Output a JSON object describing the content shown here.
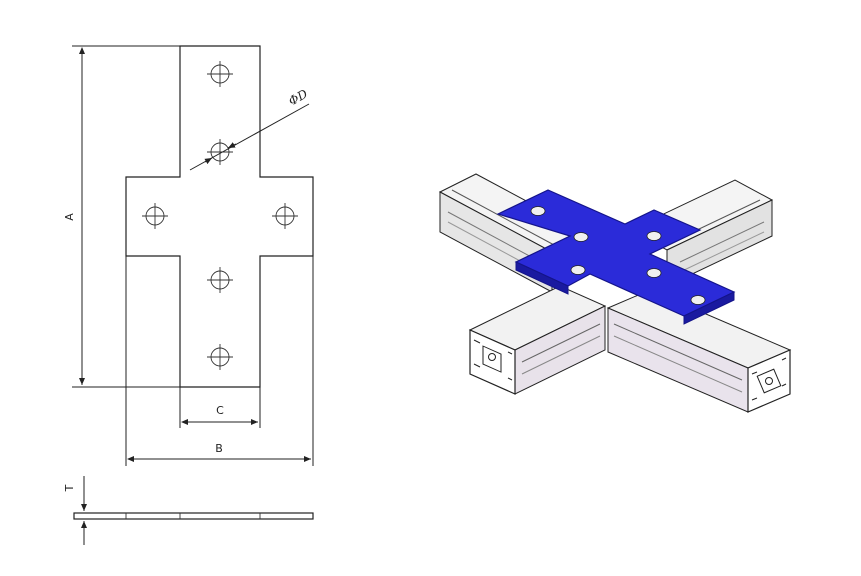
{
  "drawing": {
    "dim_a": "A",
    "dim_b": "B",
    "dim_c": "C",
    "dim_d": "ΦD",
    "dim_t": "T"
  },
  "colors": {
    "plate": "#2b2bd9",
    "plate_edge": "#14148a",
    "profile": "#efefef",
    "profile_shade": "#d6d6d6",
    "line": "#222222"
  },
  "icons": [
    "hole-crosshair-icon"
  ]
}
